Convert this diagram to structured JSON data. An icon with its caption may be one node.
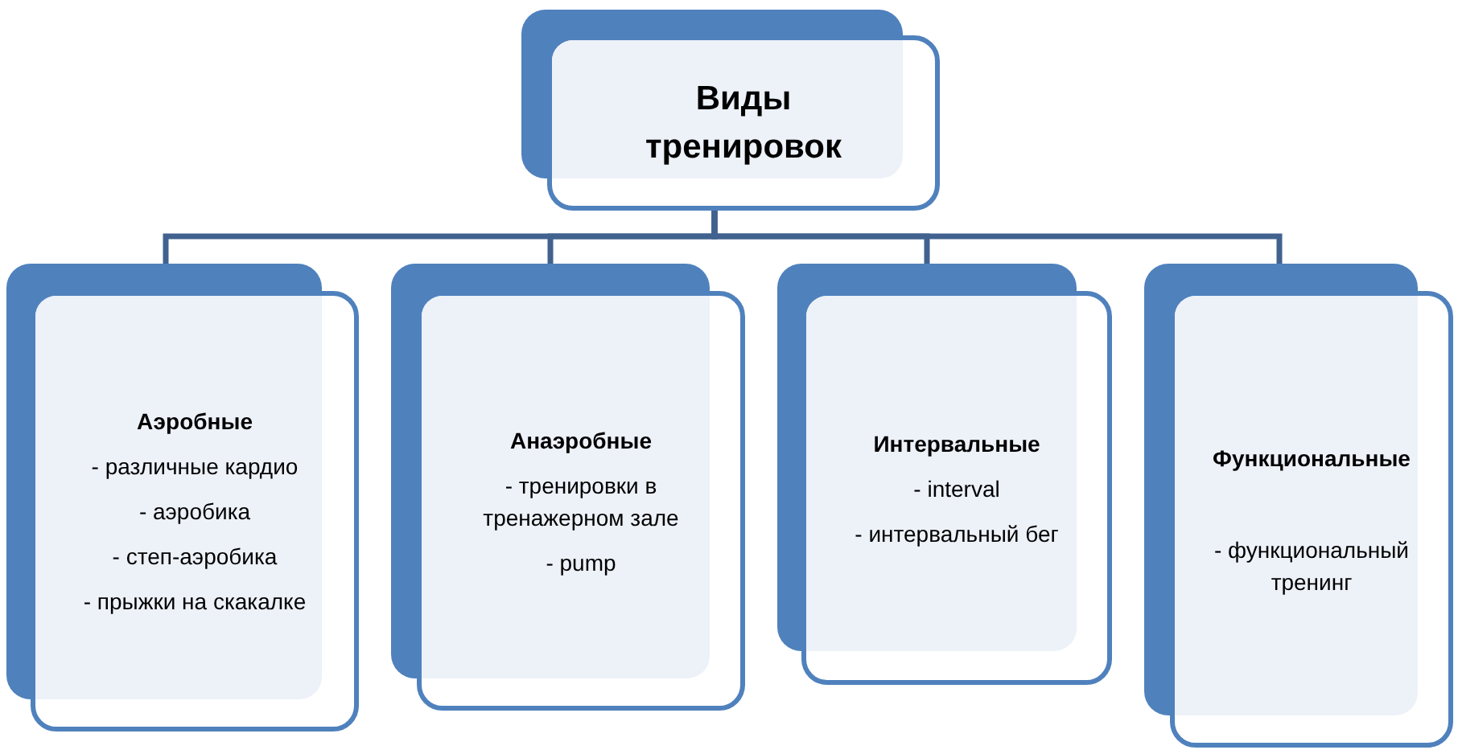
{
  "diagram": {
    "nodes": [
      {
        "text": [
          "Виды тренировок"
        ]
      },
      {
        "text": [
          "Аэробные",
          "- различные кардио",
          "- аэробика",
          "- степ-аэробика",
          "- прыжки на скакалке"
        ]
      },
      {
        "text": [
          "Анаэробные",
          "- тренировки в тренажерном зале",
          "- pump"
        ]
      },
      {
        "text": [
          "Интервальные",
          "- interval",
          "- интервальный бег"
        ]
      },
      {
        "text": [
          "Функциональные",
          "- функциональный тренинг"
        ]
      }
    ],
    "edges": [
      {
        "from": 0,
        "to": 1,
        "arrow": "none"
      },
      {
        "from": 0,
        "to": 2,
        "arrow": "none"
      },
      {
        "from": 0,
        "to": 3,
        "arrow": "none"
      },
      {
        "from": 0,
        "to": 4,
        "arrow": "none"
      }
    ]
  }
}
